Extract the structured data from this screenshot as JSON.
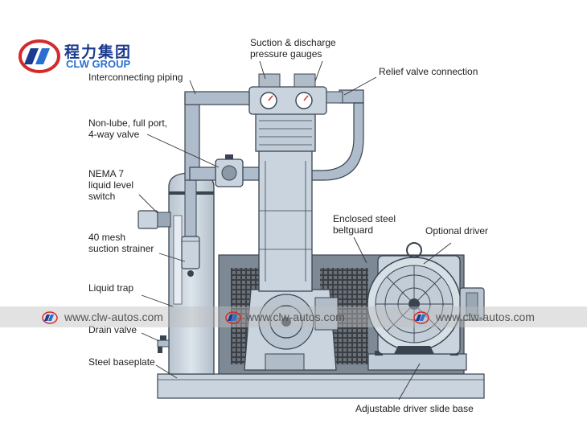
{
  "logo": {
    "name_cn": "程力集团",
    "name_en": "CLW GROUP"
  },
  "labels": {
    "interconnecting_piping": "Interconnecting piping",
    "gauges": "Suction & discharge\npressure gauges",
    "relief_valve": "Relief valve connection",
    "four_way_valve": "Non-lube, full port,\n4-way valve",
    "level_switch": "NEMA 7\nliquid level\nswitch",
    "strainer": "40 mesh\nsuction strainer",
    "liquid_trap": "Liquid trap",
    "drain_valve": "Drain valve",
    "baseplate": "Steel baseplate",
    "beltguard": "Enclosed steel\nbeltguard",
    "optional_driver": "Optional driver",
    "slide_base": "Adjustable driver slide base"
  },
  "watermark": {
    "text": "www.clw-autos.com"
  },
  "colors": {
    "machine_fill": "#c9d4de",
    "machine_stroke": "#3a4450",
    "beltguard_fill": "#7d8a96",
    "pipe_fill": "#aebccb",
    "brand_blue": "#1b3b8f",
    "brand_red": "#d42a2a"
  }
}
